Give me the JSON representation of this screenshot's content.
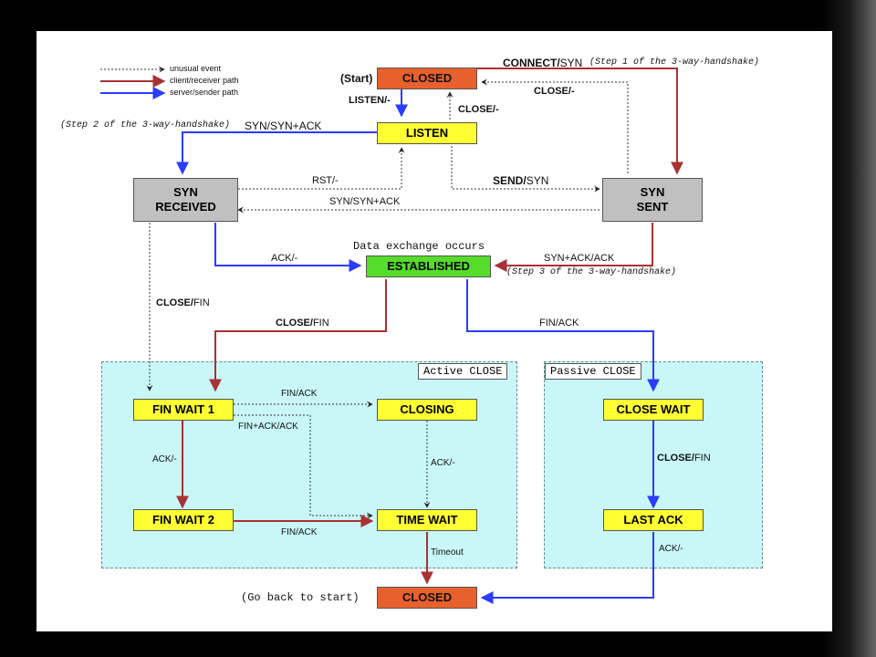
{
  "legend": [
    {
      "label": "unusual event",
      "style": "dotted",
      "color": "#333333"
    },
    {
      "label": "client/receiver path",
      "style": "solid",
      "color": "#a83232"
    },
    {
      "label": "server/sender path",
      "style": "solid",
      "color": "#2a3cff"
    }
  ],
  "colors": {
    "client": "#a83232",
    "server": "#2a3cff",
    "unusual": "#333333",
    "closed_box": "#e8602c",
    "state_box": "#ffff33",
    "syn_box": "#c0c0c0",
    "established_box": "#55dd2a",
    "region": "#c9f7f8"
  },
  "states": {
    "closed_top": "CLOSED",
    "listen": "LISTEN",
    "syn_received": "SYN\nRECEIVED",
    "syn_sent": "SYN\nSENT",
    "established": "ESTABLISHED",
    "fin_wait_1": "FIN WAIT 1",
    "closing": "CLOSING",
    "fin_wait_2": "FIN WAIT 2",
    "time_wait": "TIME WAIT",
    "close_wait": "CLOSE WAIT",
    "last_ack": "LAST ACK",
    "closed_bottom": "CLOSED"
  },
  "regions": {
    "active": "Active CLOSE",
    "passive": "Passive CLOSE"
  },
  "notes": {
    "start": "(Start)",
    "go_back": "(Go back to start)",
    "data_exchange": "Data exchange occurs",
    "step1": "(Step 1 of the 3-way-handshake)",
    "step2": "(Step 2 of the 3-way-handshake)",
    "step3": "(Step 3 of the 3-way-handshake)"
  },
  "transitions": {
    "connect_bold": "CONNECT/",
    "connect_rest": "SYN",
    "close_bold": "CLOSE/-",
    "close_plain": "CLOSE/-",
    "listen": "LISTEN/-",
    "close_listen": "CLOSE/-",
    "syn_syn_ack": "SYN/SYN+ACK",
    "rst": "RST/-",
    "send_bold": "SEND/",
    "send_rest": "SYN",
    "syn_syn_ack_2": "SYN/SYN+ACK",
    "ack": "ACK/-",
    "syn_ack_ack": "SYN+ACK/ACK",
    "close_fin_left_bold": "CLOSE/",
    "close_fin_left_rest": "FIN",
    "close_fin_mid_bold": "CLOSE/",
    "close_fin_mid_rest": "FIN",
    "fin_ack_right": "FIN/ACK",
    "fin_ack_closing": "FIN/ACK",
    "fin_ack_ack": "FIN+ACK/ACK",
    "ack_fw1": "ACK/-",
    "ack_closing": "ACK/-",
    "fin_ack_fw2": "FIN/ACK",
    "timeout": "Timeout",
    "close_fin_cw_bold": "CLOSE/",
    "close_fin_cw_rest": "FIN",
    "ack_last": "ACK/-"
  }
}
